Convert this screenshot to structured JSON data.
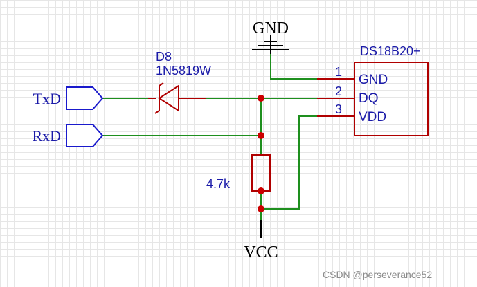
{
  "ground_label": "GND",
  "supply_label": "VCC",
  "ports": [
    {
      "label": "TxD"
    },
    {
      "label": "RxD"
    }
  ],
  "diode": {
    "ref": "D8",
    "part": "1N5819W"
  },
  "resistor": {
    "value": "4.7k"
  },
  "ic": {
    "name": "DS18B20+",
    "pins": [
      {
        "number": "1",
        "name": "GND"
      },
      {
        "number": "2",
        "name": "DQ"
      },
      {
        "number": "3",
        "name": "VDD"
      }
    ]
  },
  "watermark": "CSDN @perseverance52",
  "colors": {
    "wire": "#1e8f1e",
    "component": "#b00000",
    "port": "#1a1acc",
    "junction": "#cc0000"
  }
}
